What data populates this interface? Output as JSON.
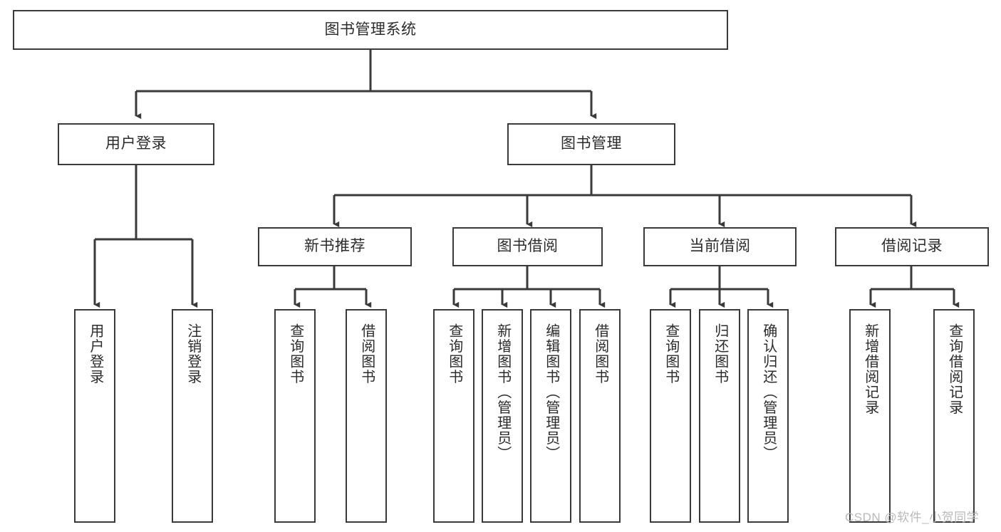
{
  "diagram": {
    "type": "tree-hierarchy",
    "title": "图书管理系统",
    "root": {
      "label": "图书管理系统"
    },
    "level1": [
      {
        "label": "用户登录"
      },
      {
        "label": "图书管理"
      }
    ],
    "level2": [
      {
        "label": "新书推荐"
      },
      {
        "label": "图书借阅"
      },
      {
        "label": "当前借阅"
      },
      {
        "label": "借阅记录"
      }
    ],
    "leaves": {
      "user_login": [
        {
          "label": "用户登录"
        },
        {
          "label": "注销登录"
        }
      ],
      "new_book_recommend": [
        {
          "label": "查询图书"
        },
        {
          "label": "借阅图书"
        }
      ],
      "book_borrow": [
        {
          "label": "查询图书"
        },
        {
          "label": "新增图书（管理员）"
        },
        {
          "label": "编辑图书（管理员）"
        },
        {
          "label": "借阅图书"
        }
      ],
      "current_borrow": [
        {
          "label": "查询图书"
        },
        {
          "label": "归还图书"
        },
        {
          "label": "确认归还（管理员）"
        }
      ],
      "borrow_record": [
        {
          "label": "新增借阅记录"
        },
        {
          "label": "查询借阅记录"
        }
      ]
    }
  },
  "watermark": {
    "text": "CSDN @软件_小贺同学"
  },
  "colors": {
    "line": "#3a3a3a",
    "box_fill": "#ffffff",
    "text": "#2b2b2b",
    "watermark": "#b9b9b9"
  }
}
